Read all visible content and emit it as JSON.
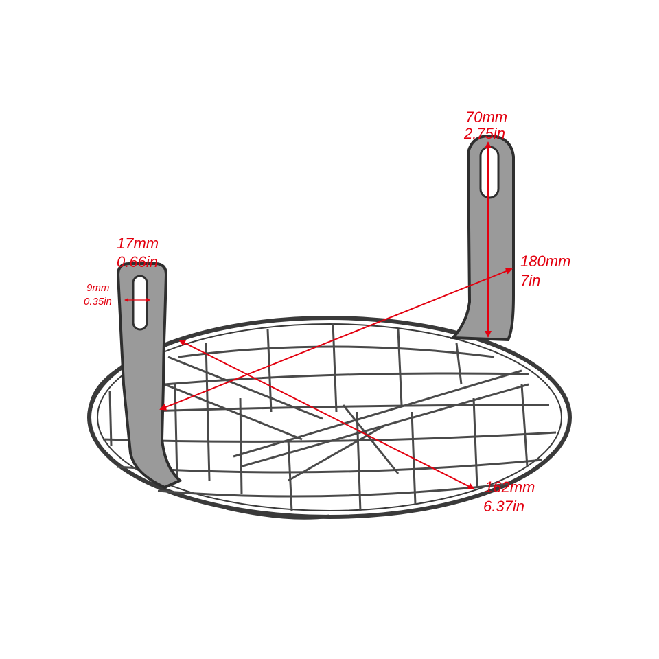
{
  "dimensions": {
    "slot_height": {
      "mm": "70mm",
      "in": "2.75in"
    },
    "bracket_width": {
      "mm": "17mm",
      "in": "0.66in"
    },
    "slot_width": {
      "mm": "9mm",
      "in": "0.35in"
    },
    "overall_span": {
      "mm": "180mm",
      "in": "7in"
    },
    "grille_diameter": {
      "mm": "162mm",
      "in": "6.37in"
    }
  },
  "colors": {
    "annotation": "#e3000f",
    "metal": "#3a3a3a"
  }
}
